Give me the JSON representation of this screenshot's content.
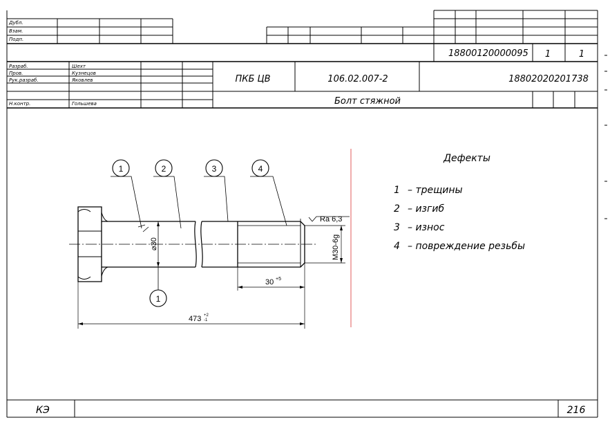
{
  "title_block": {
    "side_labels": [
      "Дубл.",
      "Взам.",
      "Подп."
    ],
    "doc_number": "18800120000095",
    "sheet": "1",
    "sheets": "1",
    "roles": [
      "Разраб.",
      "Пров.",
      "Рук.разраб.",
      "Н.контр."
    ],
    "names": [
      "Шехт",
      "Кузнецов",
      "Яковлев",
      "Гольшева"
    ],
    "organization": "ПКБ ЦВ",
    "drawing_code": "106.02.007-2",
    "part_code": "18802020201738",
    "part_name": "Болт стяжной"
  },
  "drawing": {
    "callouts": [
      "1",
      "2",
      "3",
      "4",
      "1"
    ],
    "roughness": "Ra 6,3",
    "diameter": "⌀30",
    "thread": "M30-6g",
    "thread_length": "30",
    "thread_length_tol": "+5",
    "total_length": "473",
    "total_tol_upper": "+2",
    "total_tol_lower": "-1"
  },
  "defects": {
    "heading": "Дефекты",
    "items": [
      {
        "num": "1",
        "text": "– трещины"
      },
      {
        "num": "2",
        "text": "– изгиб"
      },
      {
        "num": "3",
        "text": "– износ"
      },
      {
        "num": "4",
        "text": "– повреждение резьбы"
      }
    ]
  },
  "footer": {
    "left": "КЭ",
    "page": "216"
  }
}
